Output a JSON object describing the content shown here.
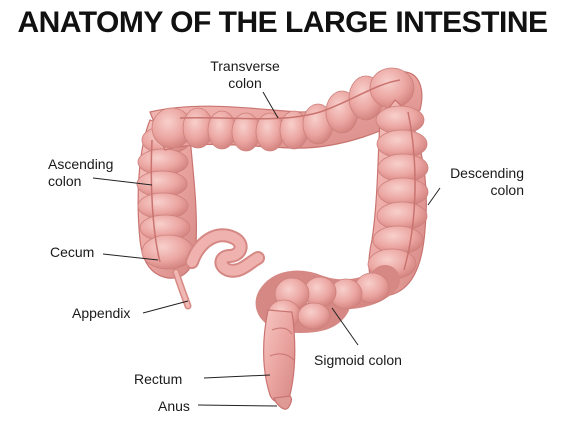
{
  "title": "ANATOMY OF THE LARGE INTESTINE",
  "colors": {
    "tissue": "#eba5a1",
    "tissue_dark": "#d58884",
    "tissue_light": "#f6c6c2",
    "band": "#c97470",
    "leader_line": "#222222"
  },
  "labels": {
    "transverse_colon": {
      "line1": "Transverse",
      "line2": "colon"
    },
    "ascending_colon": {
      "line1": "Ascending",
      "line2": "colon"
    },
    "descending_colon": {
      "line1": "Descending",
      "line2": "colon"
    },
    "cecum": "Cecum",
    "appendix": "Appendix",
    "sigmoid_colon": "Sigmoid colon",
    "rectum": "Rectum",
    "anus": "Anus"
  }
}
